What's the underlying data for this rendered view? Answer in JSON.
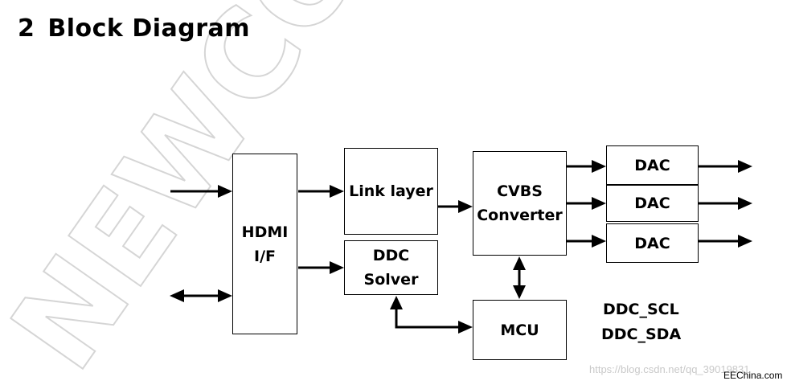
{
  "section": {
    "number": "2",
    "title": "Block Diagram"
  },
  "watermark": {
    "text": "NEWCOSEMI CO"
  },
  "blocks": {
    "hdmi_if": "HDMI\nI/F",
    "link_layer": "Link layer",
    "ddc_solver": "DDC\nSolver",
    "cvbs_converter": "CVBS\nConverter",
    "dac_1": "DAC",
    "dac_2": "DAC",
    "dac_3": "DAC",
    "mcu": "MCU"
  },
  "signals": {
    "ddc_scl": "DDC_SCL",
    "ddc_sda": "DDC_SDA"
  },
  "footer": {
    "source_url": "https://blog.csdn.net/qq_39019831",
    "site": "EEChina.com"
  }
}
